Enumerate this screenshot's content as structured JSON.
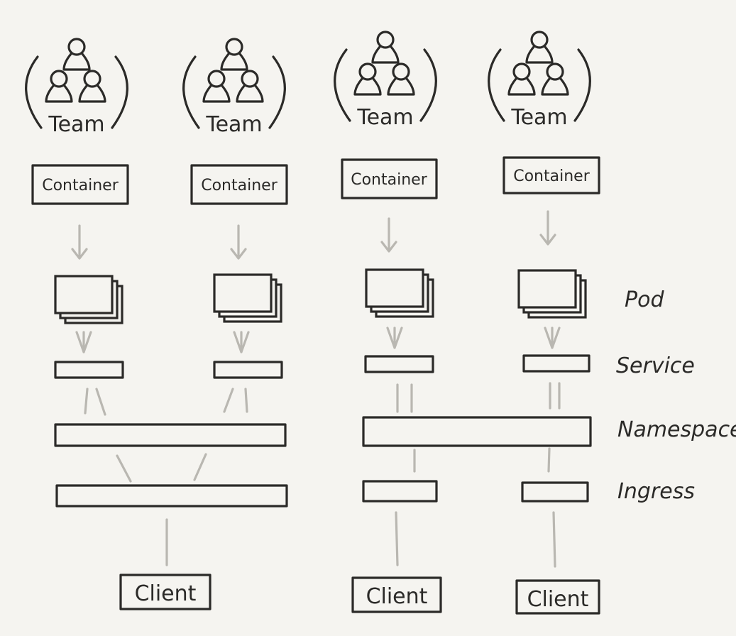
{
  "columns": [
    {
      "team": "Team",
      "container": "Container",
      "client": "Client"
    },
    {
      "team": "Team",
      "container": "Container",
      "client": "Client"
    },
    {
      "team": "Team",
      "container": "Container",
      "client": "Client"
    },
    {
      "team": "Team",
      "container": "Container"
    }
  ],
  "last_client": "Client",
  "layers": {
    "pod": "Pod",
    "service": "Service",
    "namespace": "Namespace",
    "ingress": "Ingress"
  },
  "colors": {
    "ink": "#2b2a28",
    "arrow": "#b9b7b1",
    "background": "#f5f4f0"
  }
}
